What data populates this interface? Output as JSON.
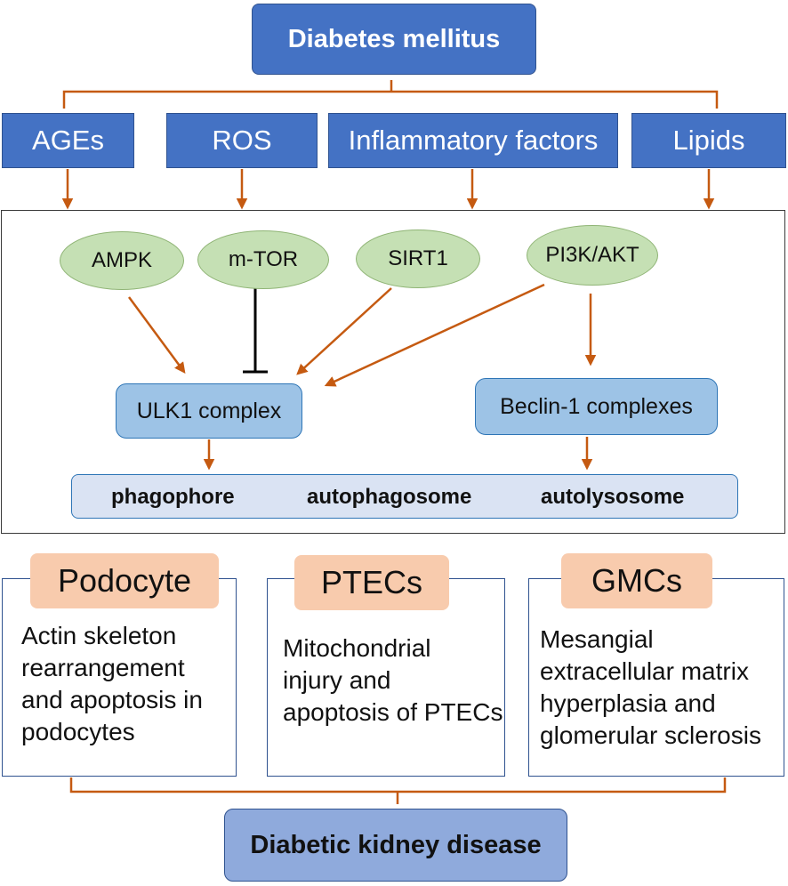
{
  "top": {
    "label": "Diabetes mellitus"
  },
  "factors": [
    {
      "label": "AGEs"
    },
    {
      "label": "ROS"
    },
    {
      "label": "Inflammatory factors"
    },
    {
      "label": "Lipids"
    }
  ],
  "signals": [
    {
      "label": "AMPK"
    },
    {
      "label": "m-TOR"
    },
    {
      "label": "SIRT1"
    },
    {
      "label": "PI3K/AKT"
    }
  ],
  "complexes": {
    "ulk1": {
      "label": "ULK1 complex"
    },
    "beclin": {
      "label": "Beclin-1 complexes"
    }
  },
  "pathway": {
    "stage1": "phagophore",
    "stage2": "autophagosome",
    "stage3": "autolysosome"
  },
  "cells": [
    {
      "name": "Podocyte",
      "lines": [
        "Actin skeleton",
        "rearrangement",
        "and apoptosis in",
        "podocytes"
      ]
    },
    {
      "name": "PTECs",
      "lines": [
        "Mitochondrial",
        "injury and",
        "apoptosis of PTECs"
      ]
    },
    {
      "name": "GMCs",
      "lines": [
        "Mesangial",
        "extracellular matrix",
        "hyperplasia and",
        "glomerular sclerosis"
      ]
    }
  ],
  "outcome": {
    "label": "Diabetic kidney disease"
  },
  "colors": {
    "arrow": "#c55a11",
    "inhibit": "#000000",
    "blue_box": "#4472c4",
    "oval": "#c5e0b4",
    "complex": "#9dc3e6",
    "cell_tag": "#f8cbad"
  }
}
